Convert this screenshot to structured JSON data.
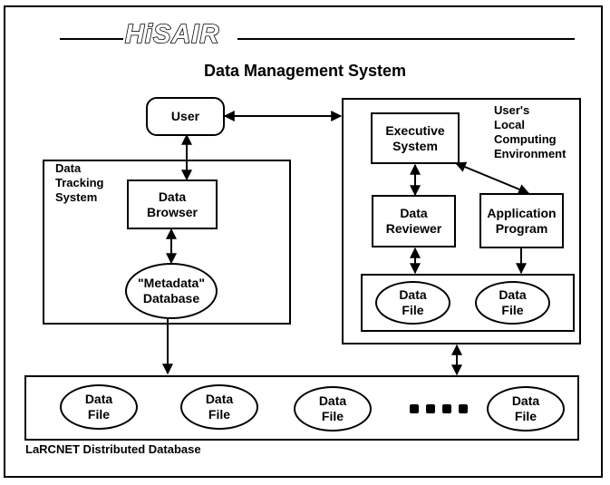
{
  "header": {
    "logo_text": "HiSAIR",
    "title": "Data Management System"
  },
  "user_box": {
    "label": "User"
  },
  "data_tracking": {
    "label": "Data\nTracking\nSystem",
    "browser": "Data\nBrowser",
    "metadata_db": "\"Metadata\"\nDatabase"
  },
  "local_env": {
    "label": "User's\nLocal\nComputing\nEnvironment",
    "executive": "Executive\nSystem",
    "reviewer": "Data\nReviewer",
    "application": "Application\nProgram",
    "files": [
      "Data\nFile",
      "Data\nFile"
    ]
  },
  "distributed": {
    "label": "LaRCNET Distributed Database",
    "files": [
      "Data\nFile",
      "Data\nFile",
      "Data\nFile",
      "Data\nFile"
    ]
  }
}
